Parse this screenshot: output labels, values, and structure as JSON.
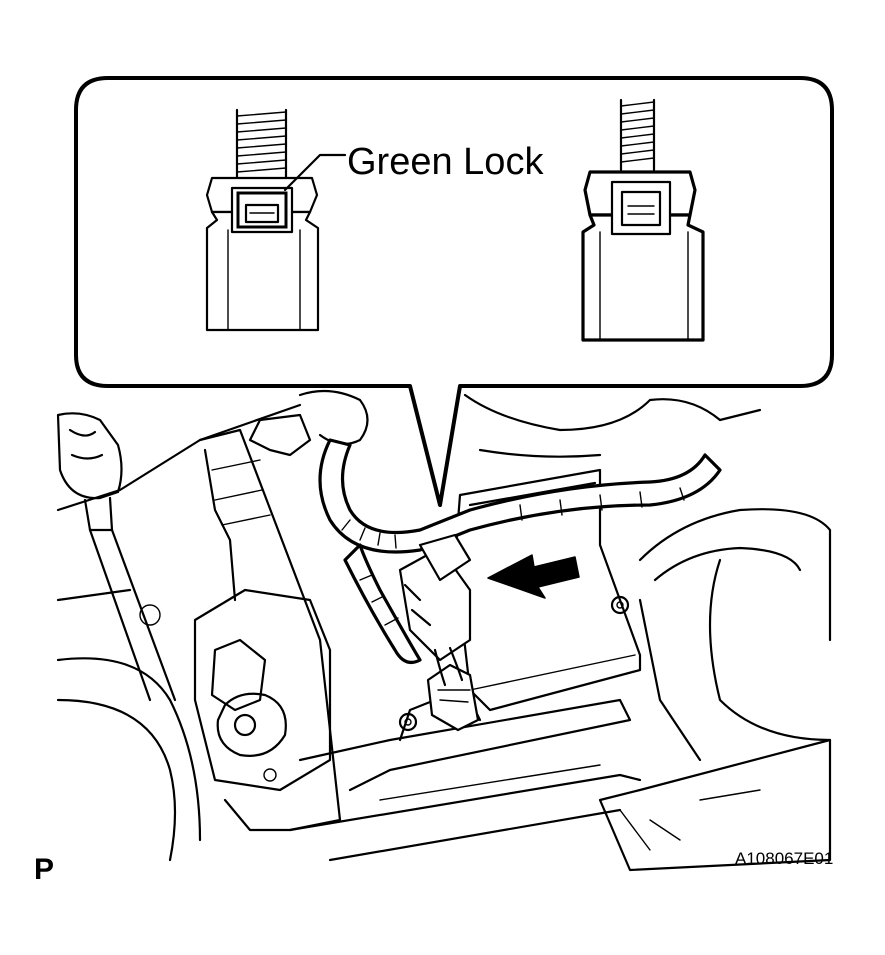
{
  "figure": {
    "callout_label": "Green Lock",
    "view_marker": "P",
    "figure_id": "A108067E01"
  },
  "icons": {
    "left_connector": "locked-connector-icon",
    "right_connector": "unlocked-connector-icon",
    "direction_arrow": "disconnect-arrow-icon"
  }
}
